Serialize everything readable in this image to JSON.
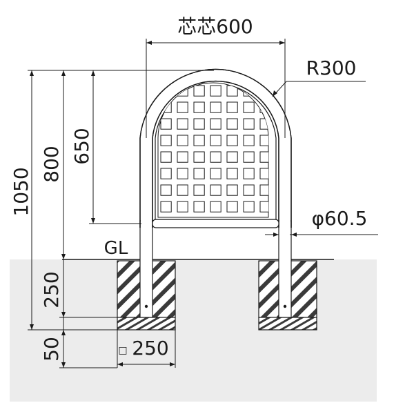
{
  "dimensions": {
    "center_to_center": "芯芯600",
    "radius": "R300",
    "pipe_diameter": "φ60.5",
    "total_height": "1050",
    "height_above_ground": "800",
    "lattice_height": "650",
    "embed_depth": "250",
    "base_depth": "50",
    "foundation_size": "250"
  },
  "labels": {
    "ground_level": "GL",
    "square_symbol": "□"
  },
  "colors": {
    "ground": "#ececec",
    "line": "#1a1a1a",
    "hatch": "#3a3a3a"
  }
}
